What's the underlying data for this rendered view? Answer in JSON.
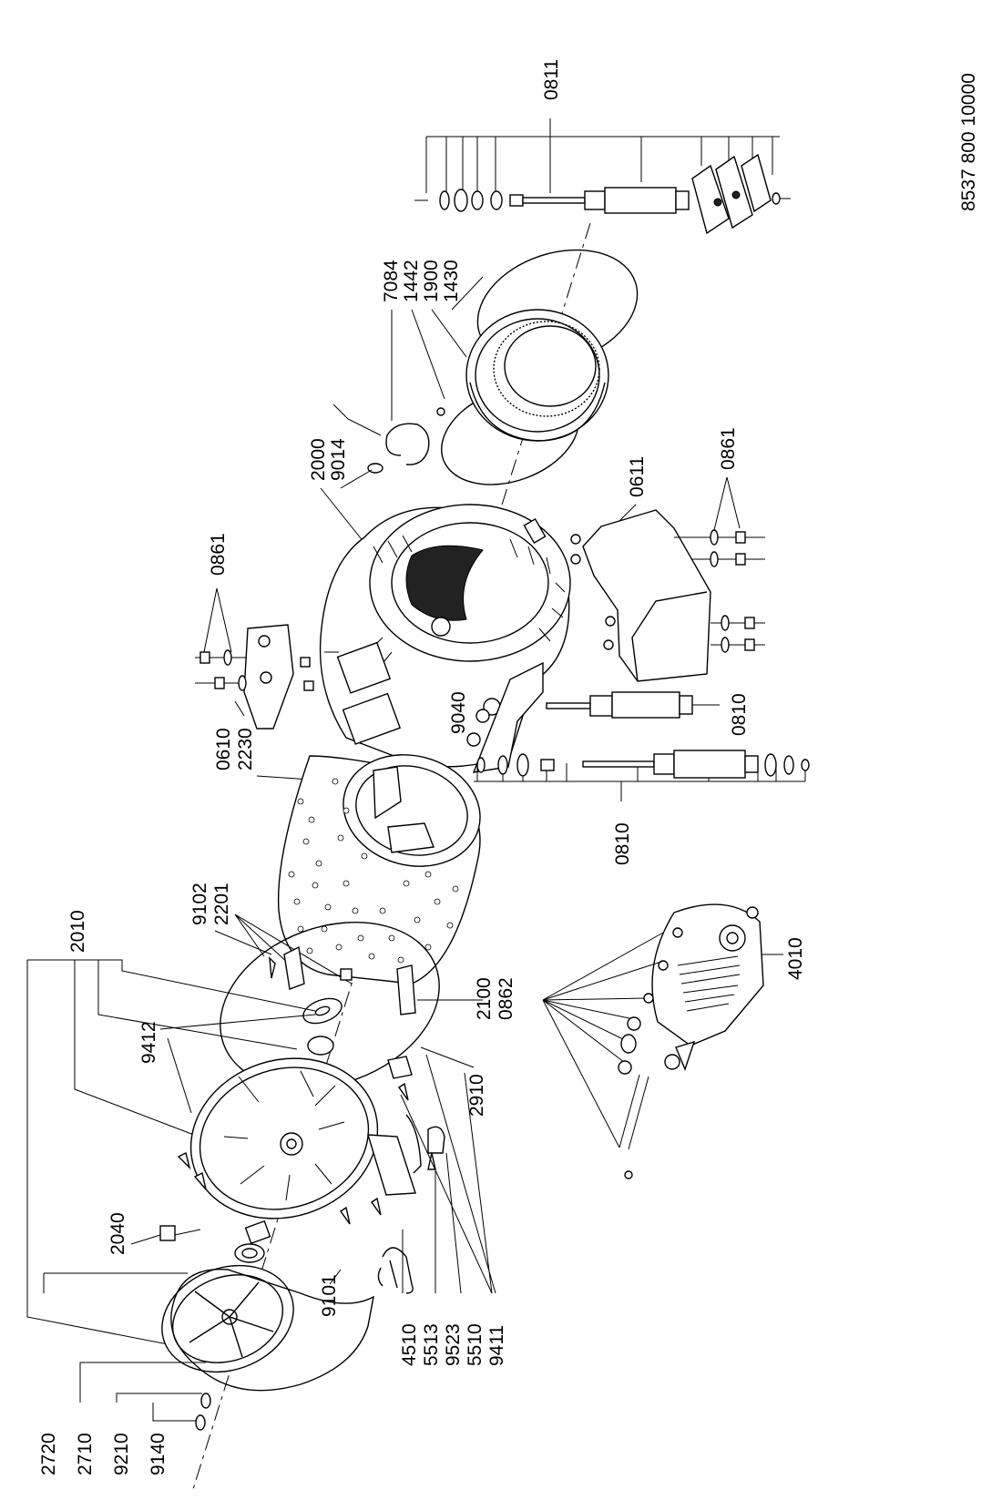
{
  "drawing_number": "8537 800 10000",
  "part_labels": {
    "p0811": "0811",
    "p7084": "7084",
    "p1442": "1442",
    "p1900": "1900",
    "p1430": "1430",
    "p2000": "2000",
    "p9014": "9014",
    "p0611": "0611",
    "p0861_right": "0861",
    "p0861_left": "0861",
    "p0610": "0610",
    "p2230": "2230",
    "p9040": "9040",
    "p0810_upper": "0810",
    "p0810_lower": "0810",
    "p9102": "9102",
    "p2201": "2201",
    "p2010": "2010",
    "p9412": "9412",
    "p2100": "2100",
    "p0862": "0862",
    "p4010": "4010",
    "p2910": "2910",
    "p2040": "2040",
    "p9101": "9101",
    "p2720": "2720",
    "p2710": "2710",
    "p9210": "9210",
    "p9140": "9140",
    "p4510": "4510",
    "p5513": "5513",
    "p9523": "9523",
    "p5510": "5510",
    "p9411": "9411"
  }
}
